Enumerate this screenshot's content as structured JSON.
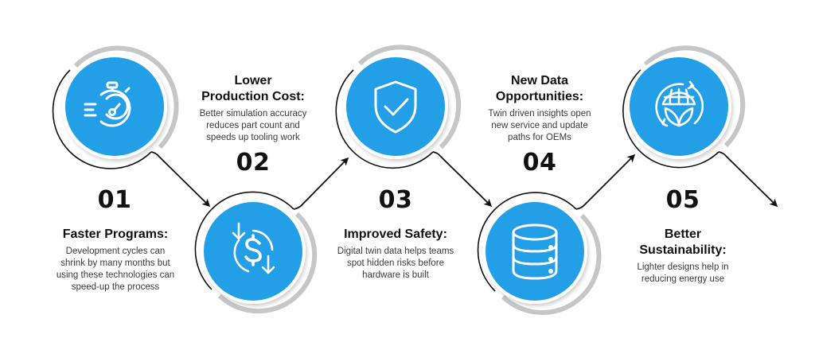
{
  "colors": {
    "accent": "#239fe8",
    "ring_grey": "#c4c6c8",
    "connector": "#111111",
    "icon": "#ffffff"
  },
  "steps": [
    {
      "number": "01",
      "title": "Faster Programs:",
      "description_lines": [
        "Development cycles can",
        "shrink by many months but",
        "using these technologies can",
        "speed-up the process"
      ],
      "icon": "stopwatch-icon"
    },
    {
      "number": "02",
      "title_lines": [
        "Lower",
        "Production Cost:"
      ],
      "description_lines": [
        "Better simulation accuracy",
        "reduces part count and",
        "speeds up tooling work"
      ],
      "icon": "dollar-cycle-icon"
    },
    {
      "number": "03",
      "title": "Improved Safety:",
      "description_lines": [
        "Digital twin data helps teams",
        "spot hidden risks before",
        "hardware is built"
      ],
      "icon": "shield-check-icon"
    },
    {
      "number": "04",
      "title_lines": [
        "New Data",
        "Opportunities:"
      ],
      "description_lines": [
        "Twin driven insights open",
        "new service and update",
        "paths for OEMs"
      ],
      "icon": "database-icon"
    },
    {
      "number": "05",
      "title_lines": [
        "Better",
        "Sustainability:"
      ],
      "description_lines": [
        "Lighter designs help in",
        "reducing energy use"
      ],
      "icon": "globe-leaf-icon"
    }
  ]
}
